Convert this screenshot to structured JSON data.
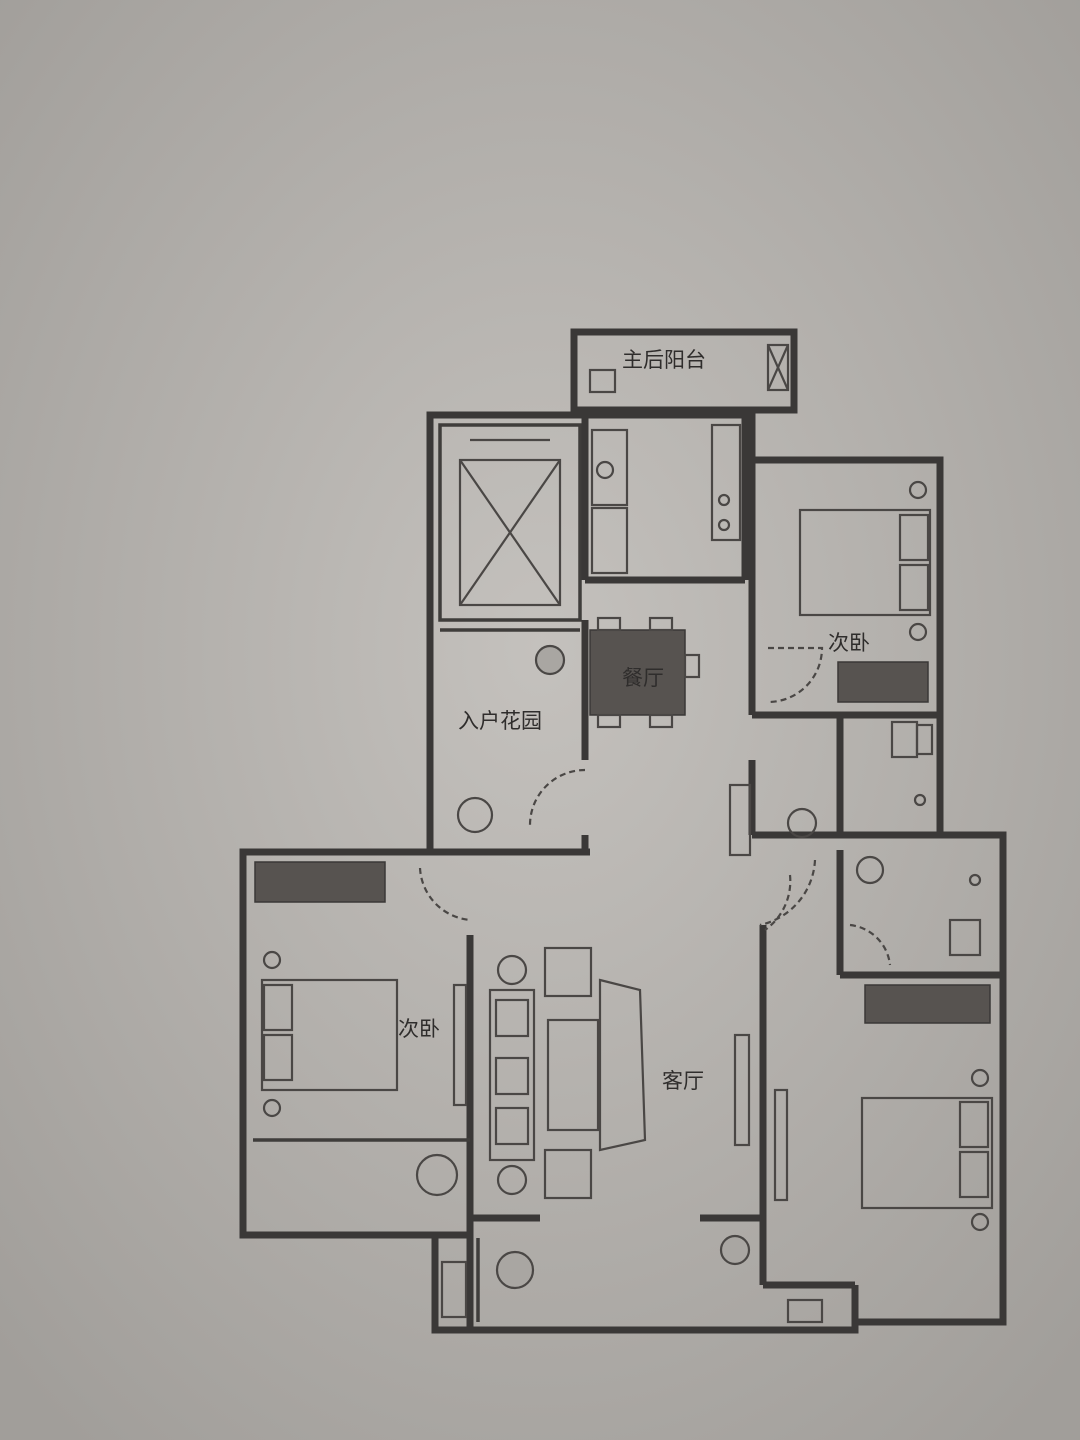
{
  "rooms": {
    "service_balcony": "主后阳台",
    "bedroom_north": "次卧",
    "dining": "餐厅",
    "entry_garden": "入户花园",
    "bedroom_west": "次卧",
    "living": "客厅"
  }
}
